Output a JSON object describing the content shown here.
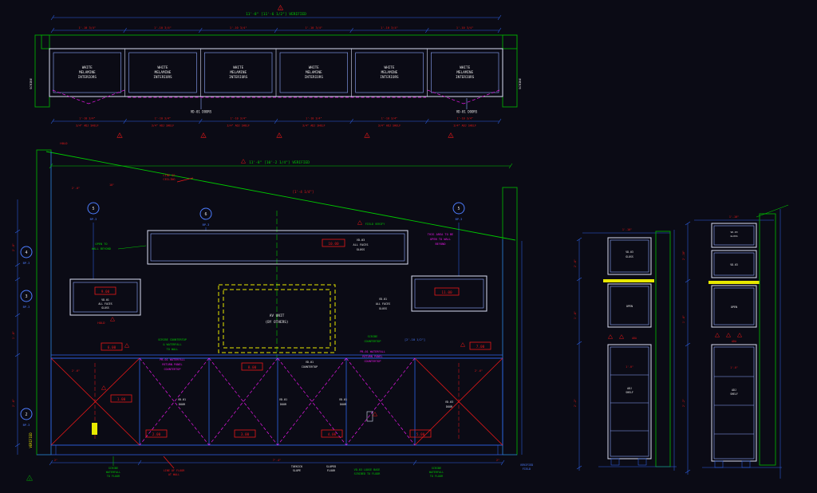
{
  "palette": {
    "background": "#0b0b15",
    "line_blue": "#2e62e8",
    "line_blue_light": "#8fa8ff",
    "line_white": "#d8dcf2",
    "hatch_green": "#00a800",
    "text_green": "#00c800",
    "text_red": "#e81818",
    "text_magenta": "#e818e8",
    "text_white": "#e6e6e6",
    "text_blue": "#4d7dff",
    "accent_yellow": "#e8e800"
  },
  "top": {
    "dim_overall": "11'-8\" [11'-6 1/2\"] VERIFIED",
    "cell_dim": "1'-10 3/4\"",
    "cab_lines": [
      "WHITE",
      "MELAMINE",
      "INTERIORS"
    ],
    "shelf": "3/4\" ADJ SHELF",
    "doors": "VD-01 DOORS",
    "scribe": "SCRIBE",
    "hold": "HOLD",
    "rev": "2"
  },
  "main": {
    "dim_overall": "11'-8\" [10'-2 1/4\"] VERIFIED",
    "dim_bracket": "[1'-4 1/4\"]",
    "ceiling": [
      "LINE OF",
      "CEILING"
    ],
    "field_verify": "FIELD VERIFY",
    "open_left": [
      "OPEN TO",
      "WALL BEYOND"
    ],
    "open_right": [
      "THIS AREA TO BE",
      "OPEN TO WALL",
      "BEYOND"
    ],
    "items": {
      "i1": "1.00",
      "i2": "2.00",
      "i3": "3.00",
      "i4": "4.00",
      "i5": "5.00",
      "i6": "6.00",
      "i7": "7.00",
      "i8": "8.00",
      "i9": "9.00",
      "i10": "10.00",
      "i11": "11.00"
    },
    "upper_label": [
      "VD-03",
      "ALL FACES",
      "GLOSS"
    ],
    "left_label": [
      "VD-01",
      "ALL FACES",
      "GLOSS"
    ],
    "mid_label": [
      "VD-01",
      "ALL FACES",
      "GLOSS"
    ],
    "av": [
      "AV UNIT",
      "(BY OTHERS)"
    ],
    "ct_scribe_left": [
      "SCRIBE COUNTERTOP",
      "& WATERFALL",
      "TO WALL"
    ],
    "ct_pb": [
      "PB-01 WATERFALL",
      "RETURN PANEL",
      "COUNTERTOP"
    ],
    "ct_scribe_right": [
      "SCRIBE",
      "COUNTERTOP"
    ],
    "ct_label": [
      "VD-01",
      "COUNTERTOP"
    ],
    "ct_dim": "[2'-10 1/2\"]",
    "door": [
      "VD-01",
      "DOOR"
    ],
    "door_right": [
      "VD-03",
      "DOOR"
    ],
    "bubble_label": "BP-3",
    "bubble_nums": [
      "5",
      "6",
      "5",
      "4",
      "3",
      "2"
    ],
    "hold": "HOLD",
    "verified": "VERIFIED",
    "bottom": {
      "scribe": [
        "SCRIBE",
        "WATERFALL",
        "TO FLOOR"
      ],
      "floor": [
        "LINE OF FLOOR",
        "AT WALL"
      ],
      "toekick": [
        "TOEKICK",
        "SLOPE"
      ],
      "sloped": [
        "SLOPED",
        "FLOOR"
      ],
      "loose": [
        "VD-03 LOOSE BASE",
        "SCRIBED TO FLOOR"
      ],
      "verified_field": [
        "VERIFIED",
        "FIELD"
      ]
    },
    "dims": {
      "d1": "2'-0\"",
      "d2": "10\"",
      "d3": "2'-0\"",
      "d4": "1'-8\"",
      "d5": "2'-6\"",
      "d6": "2\"",
      "d7": "2'-6\"",
      "d8": "7'-4\""
    }
  },
  "sections": {
    "labels": {
      "top_cab": [
        "VD-03",
        "GLOSS"
      ],
      "open": "OPEN",
      "ada": "ADA",
      "shelf": [
        "ADJ",
        "SHELF"
      ],
      "dim_inner": "1'-0\""
    },
    "a": {
      "dims": [
        "1'-10\"",
        "2'-6\"",
        "1'-6\"",
        "2'-2\""
      ]
    },
    "b": {
      "dims": [
        "1'-10\"",
        "2'-10\"",
        "1'-6\"",
        "2'-2\""
      ]
    }
  }
}
